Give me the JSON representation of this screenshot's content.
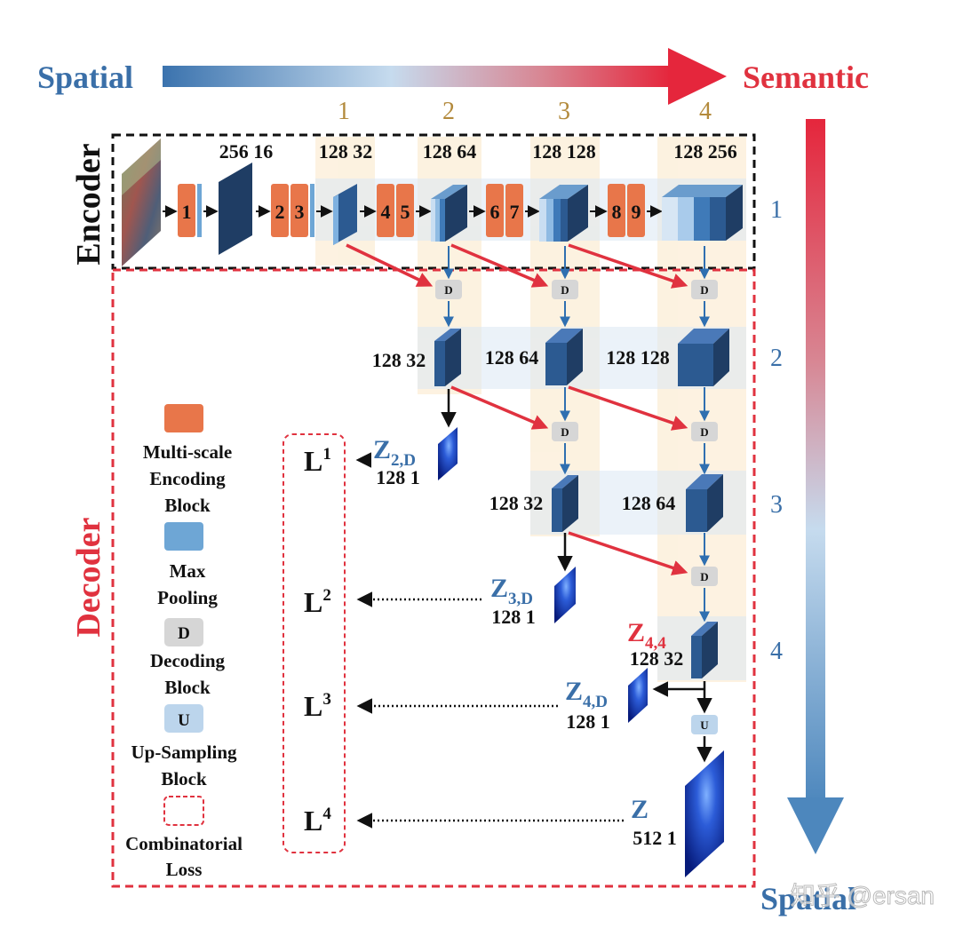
{
  "header": {
    "left_label": "Spatial",
    "right_label": "Semantic",
    "bottom_label": "Spatial",
    "watermark": "知乎 @ersan",
    "colors": {
      "spatial": "#3a6fa8",
      "semantic": "#e0323f"
    }
  },
  "columns": [
    "1",
    "2",
    "3",
    "4"
  ],
  "rows": [
    "1",
    "2",
    "3",
    "4"
  ],
  "sections": {
    "encoder": "Encoder",
    "decoder": "Decoder"
  },
  "encoder": {
    "blocks": [
      "1",
      "2",
      "3",
      "4",
      "5",
      "6",
      "7",
      "8",
      "9"
    ],
    "dims": [
      "256 16",
      "128 32",
      "128 64",
      "128 128",
      "128 256"
    ]
  },
  "decoder": {
    "d_label": "D",
    "u_label": "U",
    "dims": {
      "r2c2": "128 32",
      "r2c3": "128 64",
      "r2c4": "128 128",
      "r3c3": "128 32",
      "r3c4": "128 64",
      "r4c4": "128 32"
    }
  },
  "outputs": {
    "z2": {
      "main": "Z",
      "sub": "2,D",
      "dim": "128 1"
    },
    "z3": {
      "main": "Z",
      "sub": "3,D",
      "dim": "128 1"
    },
    "z4": {
      "main": "Z",
      "sub": "4,D",
      "dim": "128 1"
    },
    "z44": {
      "main": "Z",
      "sub": "4,4"
    },
    "z": {
      "main": "Z",
      "dim": "512 1"
    }
  },
  "losses": [
    {
      "base": "L",
      "sup": "1"
    },
    {
      "base": "L",
      "sup": "2"
    },
    {
      "base": "L",
      "sup": "3"
    },
    {
      "base": "L",
      "sup": "4"
    }
  ],
  "legend": {
    "encoding": [
      "Multi-scale",
      "Encoding",
      "Block"
    ],
    "pooling": [
      "Max",
      "Pooling"
    ],
    "decoding": [
      "Decoding",
      "Block"
    ],
    "upsampling": [
      "Up-Sampling",
      "Block"
    ],
    "loss": [
      "Combinatorial",
      "Loss"
    ],
    "d_symbol": "D",
    "u_symbol": "U"
  }
}
